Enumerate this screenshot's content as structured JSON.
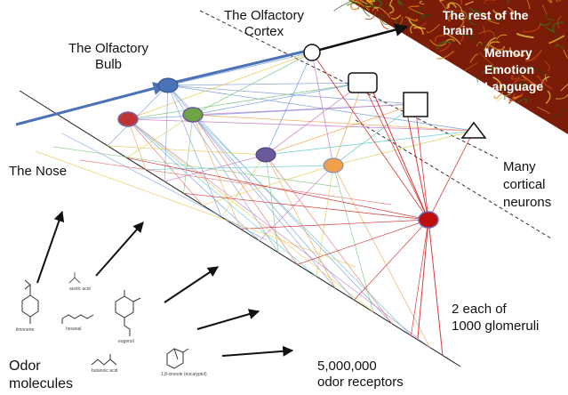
{
  "labels": {
    "olfactory_bulb": "The Olfactory Bulb",
    "olfactory_cortex_line1": "The Olfactory",
    "olfactory_cortex_line2": "Cortex",
    "nose": "The Nose",
    "cortical_line1": "Many",
    "cortical_line2": "cortical",
    "cortical_line3": "neurons",
    "glomeruli_line1": "2 each of",
    "glomeruli_line2": "1000 glomeruli",
    "receptors_line1": "5,000,000",
    "receptors_line2": "odor receptors",
    "odor_line1": "Odor",
    "odor_line2": "molecules"
  },
  "brain": {
    "line1": "The rest of the",
    "line2": "brain",
    "memory": "Memory",
    "emotion": "Emotion",
    "language": "Language",
    "ellipsis": "..."
  },
  "molecules": [
    {
      "name": "limonene"
    },
    {
      "name": "acetic acid"
    },
    {
      "name": "hexanal"
    },
    {
      "name": "eugenol"
    },
    {
      "name": "butanoic acid"
    },
    {
      "name": "1,8-cineole (eucalyptol)"
    }
  ],
  "colors": {
    "blue": "#4a72b8",
    "red": "#cc1e1e",
    "green": "#6fa444",
    "purple": "#6a5a9c",
    "orange": "#f0a048",
    "brain_bg": "#7a1c08"
  }
}
